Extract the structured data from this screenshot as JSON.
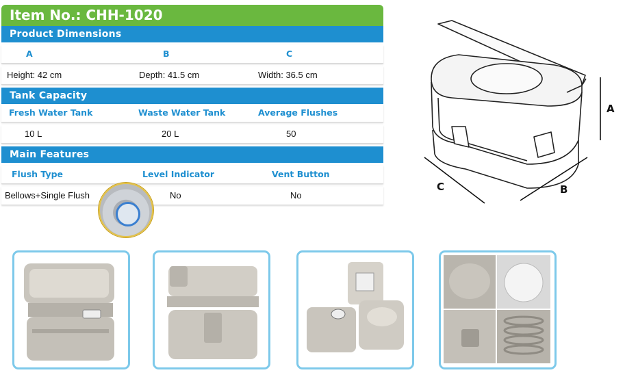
{
  "title": "Item No.: CHH-1020",
  "product_dimensions": {
    "heading": "Product  Dimensions",
    "labels": [
      "A",
      "B",
      "C"
    ],
    "values": [
      "Height: 42 cm",
      "Depth: 41.5 cm",
      "Width: 36.5 cm"
    ]
  },
  "tank_capacity": {
    "heading": "Tank  Capacity",
    "labels": [
      "Fresh Water Tank",
      "Waste Water Tank",
      "Average Flushes"
    ],
    "values": [
      "10 L",
      "20 L",
      "50"
    ]
  },
  "main_features": {
    "heading": "Main  Features",
    "labels": [
      "Flush  Type",
      "Level  Indicator",
      "Vent Button"
    ],
    "values": [
      "Bellows+Single Flush",
      "No",
      "No"
    ]
  },
  "diagram_labels": {
    "a": "A",
    "b": "B",
    "c": "C"
  },
  "colors": {
    "title_green": "#6ab83f",
    "section_blue": "#1e8fd0",
    "frame_blue": "#7dc9ea"
  }
}
